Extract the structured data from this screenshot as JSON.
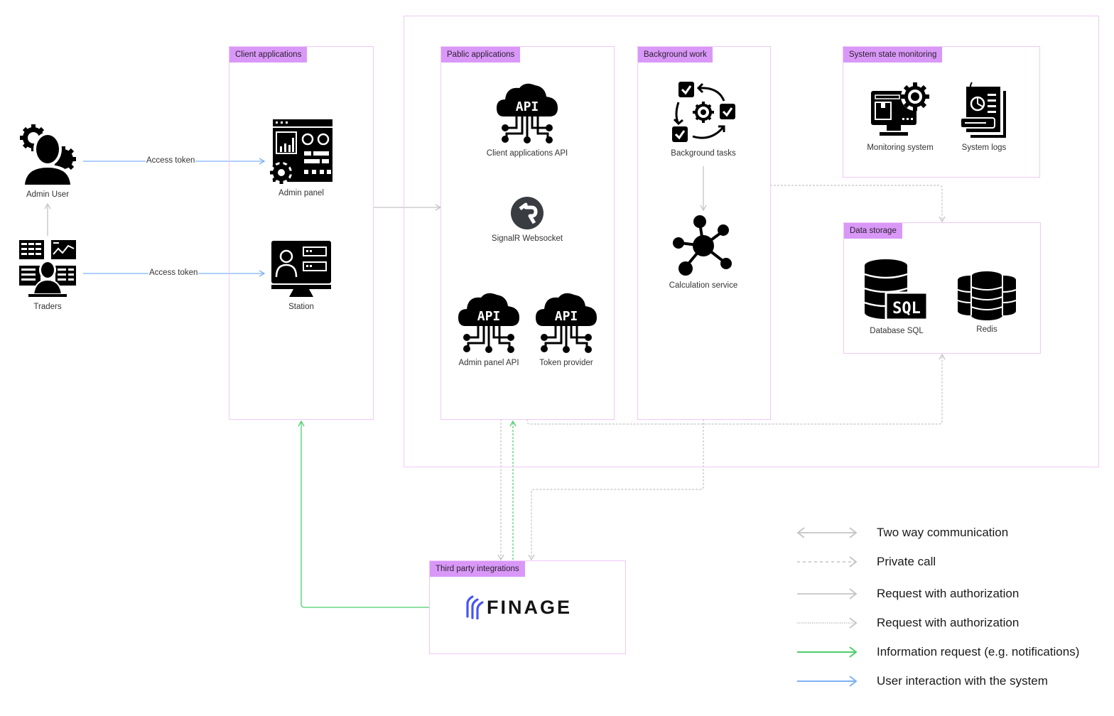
{
  "actors": {
    "admin_user": "Admin User",
    "traders": "Traders"
  },
  "edges": {
    "admin_access": "Access token",
    "traders_access": "Access token"
  },
  "groups": {
    "client_applications": {
      "title": "Client applications",
      "items": [
        "Admin panel",
        "Station"
      ]
    },
    "public_applications": {
      "title": "Pablic applications",
      "items": [
        "Client applications API",
        "SignalR Websocket",
        "Admin panel API",
        "Token provider"
      ]
    },
    "background_work": {
      "title": "Background work",
      "items": [
        "Background tasks",
        "Calculation service"
      ]
    },
    "system_state_monitoring": {
      "title": "System state monitoring",
      "items": [
        "Monitoring system",
        "System logs"
      ]
    },
    "data_storage": {
      "title": "Data storage",
      "items": [
        "Database SQL",
        "Redis"
      ]
    },
    "third_party": {
      "title": "Third party integrations",
      "logo_text": "FINAGE"
    }
  },
  "icons": {
    "api_text": "API",
    "sql_text": "SQL"
  },
  "legend": [
    {
      "style": "two-way",
      "label": "Two way communication"
    },
    {
      "style": "dashed",
      "label": "Private call"
    },
    {
      "style": "solid-gray",
      "label": "Request with authorization"
    },
    {
      "style": "dotted",
      "label": "Request with authorization"
    },
    {
      "style": "green",
      "label": "Information request (e.g. notifications)"
    },
    {
      "style": "blue",
      "label": "User interaction with the system"
    }
  ],
  "colors": {
    "group_border": "#f0c8f7",
    "group_tag": "#d998f7",
    "gray_line": "#c4c4c4",
    "green_line": "#4ccf6b",
    "blue_line": "#7fb0f5",
    "finage_blue": "#4655f0"
  }
}
